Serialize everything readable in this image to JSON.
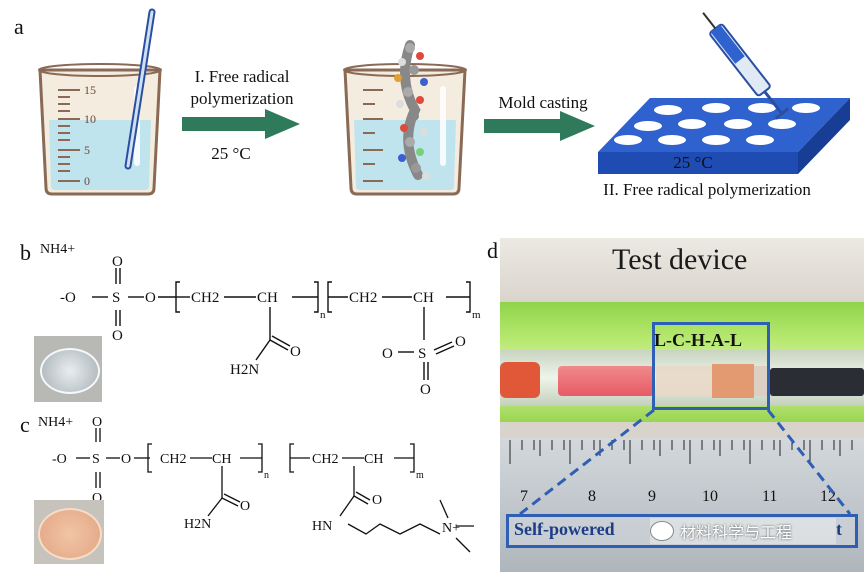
{
  "panels": {
    "a": "a",
    "b": "b",
    "c": "c",
    "d": "d"
  },
  "panel_a": {
    "step1_line1": "I. Free radical",
    "step1_line2": "polymerization",
    "step1_temp": "25 °C",
    "step2": "Mold casting",
    "plate_temp": "25 °C",
    "step3": "II. Free radical polymerization",
    "beaker_ticks": [
      "15",
      "10",
      "5",
      "0"
    ]
  },
  "panel_b": {
    "counter_ion": "NH4+",
    "sulfonate_head": "-O",
    "unit1": "CH2",
    "unit2": "CH",
    "n": "n",
    "m": "m",
    "amide": "H2N",
    "O": "O",
    "S": "S"
  },
  "panel_c": {
    "counter_ion": "NH4+",
    "amide": "H2N",
    "hn": "HN",
    "n": "n",
    "m": "m",
    "N_plus": "N+"
  },
  "panel_d": {
    "title": "Test device",
    "label": "L-C-H-A-L",
    "ruler": [
      "7",
      "8",
      "9",
      "10",
      "11",
      "12"
    ],
    "caption": "Self-powered",
    "caption_tail": "t",
    "watermark": "材料科学与工程"
  },
  "colors": {
    "arrow": "#2e7a5a",
    "plate": "#2f62cf",
    "water": "#bfe4ee",
    "caption_border": "#2f5fb5"
  }
}
